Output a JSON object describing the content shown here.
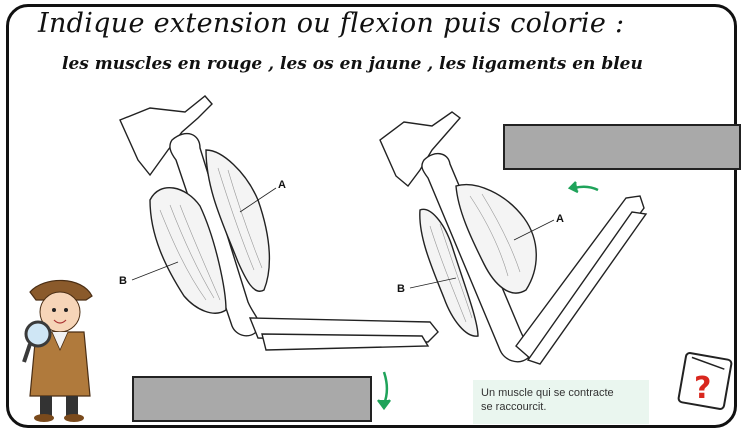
{
  "title": "Indique extension ou flexion puis colorie :",
  "subtitle": "les muscles en rouge , les os en jaune , les ligaments en bleu",
  "labels": {
    "a": "A",
    "b": "B"
  },
  "note": {
    "line1": "Un muscle qui se contracte",
    "line2": "se raccourcit."
  },
  "help_icon_symbol": "?",
  "colors": {
    "answer_box": "#a9a9a9",
    "arrow": "#1fa35a",
    "note_bg": "#eaf6ef",
    "help_mark": "#d9271e"
  }
}
